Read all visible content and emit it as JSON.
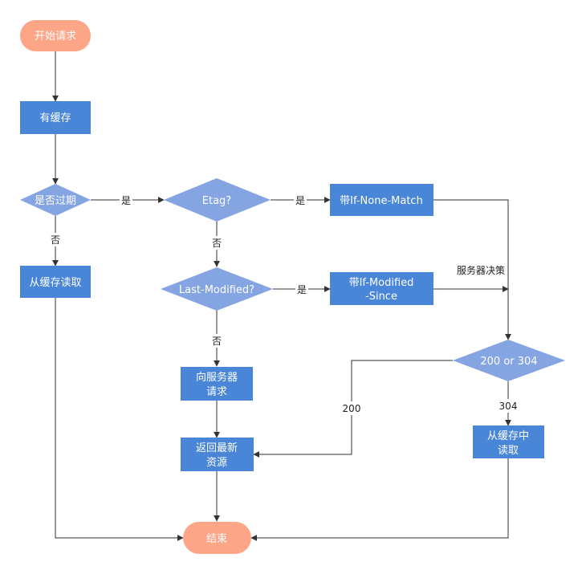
{
  "colors": {
    "terminal": "#fda587",
    "process": "#4a86d8",
    "decision": "#85a4e2",
    "line": "#333333",
    "text_on_node": "#ffffff",
    "edge_text": "#222222"
  },
  "nodes": {
    "start": "开始请求",
    "has_cache": "有缓存",
    "expired": "是否过期",
    "read_cache": "从缓存读取",
    "etag": "Etag?",
    "if_none_match": "带If-None-Match",
    "last_modified": "Last-Modified?",
    "if_modified_since_1": "带If-Modified",
    "if_modified_since_2": "-Since",
    "request_server_1": "向服务器",
    "request_server_2": "请求",
    "return_latest_1": "返回最新",
    "return_latest_2": "资源",
    "status_check": "200 or 304",
    "read_from_cache_1": "从缓存中",
    "read_from_cache_2": "读取",
    "end": "结束"
  },
  "edges": {
    "expired_yes": "是",
    "expired_no": "否",
    "etag_yes": "是",
    "etag_no": "否",
    "lastmod_yes": "是",
    "lastmod_no": "否",
    "server_decides": "服务器决策",
    "status_200": "200",
    "status_304": "304"
  }
}
